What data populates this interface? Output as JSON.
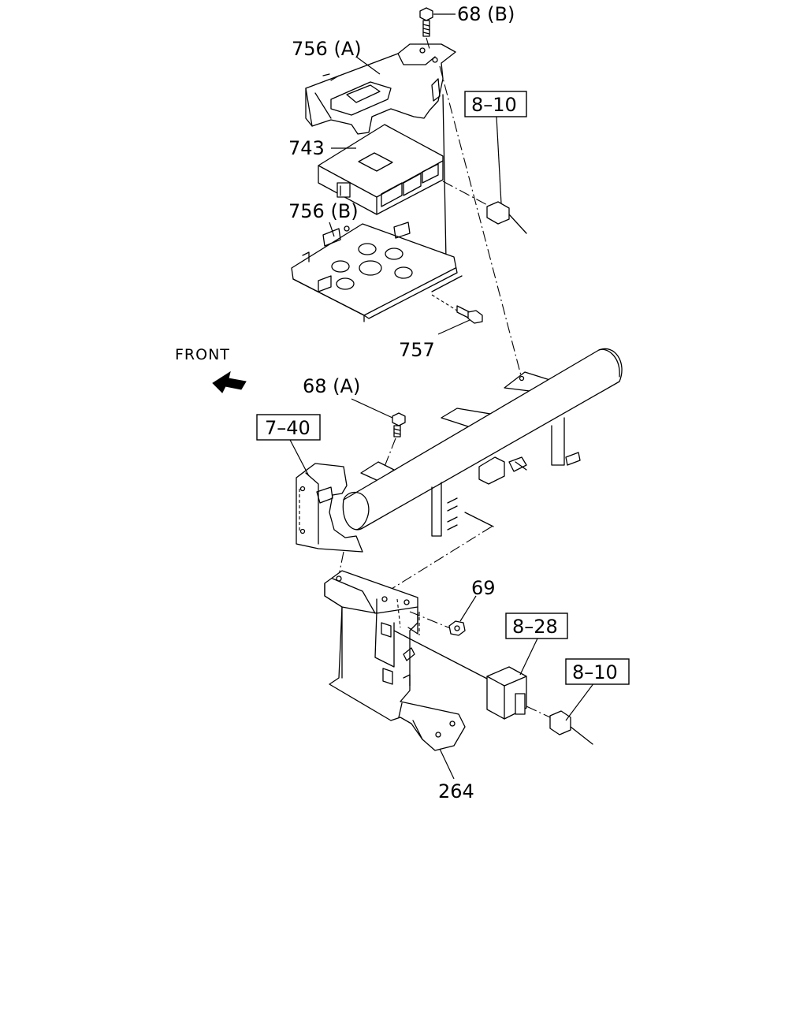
{
  "front_label": "FRONT",
  "colors": {
    "line": "#000000",
    "background": "#ffffff"
  },
  "callouts": {
    "p68b": "68 (B)",
    "p756a": "756 (A)",
    "p743": "743",
    "p756b": "756 (B)",
    "p757": "757",
    "p68a": "68 (A)",
    "p69": "69",
    "p264": "264"
  },
  "ref_boxes": {
    "r810_top": "8–10",
    "r740": "7–40",
    "r828": "8–28",
    "r810_bottom": "8–10"
  },
  "icons": {
    "front_arrow": "front-arrow-icon"
  }
}
